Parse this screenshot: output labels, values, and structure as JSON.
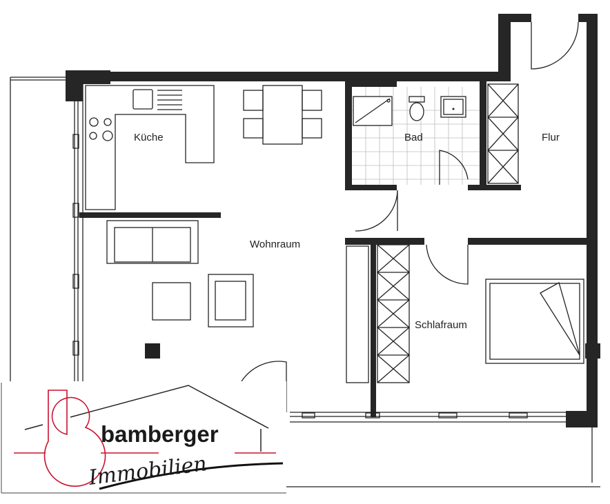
{
  "rooms": {
    "kitchen": "Küche",
    "bath": "Bad",
    "hall": "Flur",
    "living": "Wohnraum",
    "bedroom": "Schlafraum"
  },
  "logo": {
    "name": "bamberger",
    "subtitle": "Immobilien",
    "accent_color": "#c8102e"
  }
}
